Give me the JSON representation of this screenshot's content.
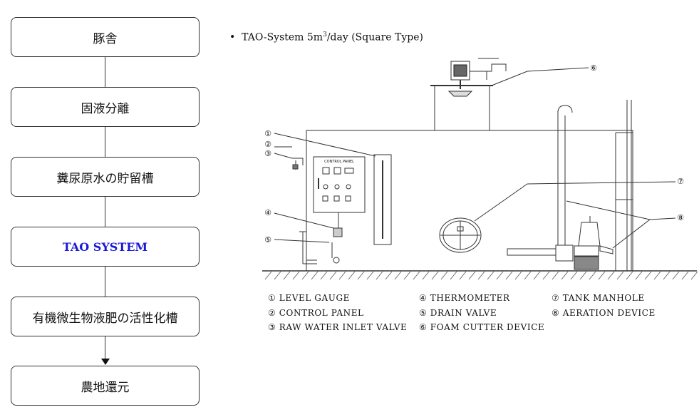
{
  "flow": {
    "steps": [
      "豚舎",
      "固液分離",
      "糞尿原水の貯留槽",
      "TAO SYSTEM",
      "有機微生物液肥の活性化槽",
      "農地還元"
    ]
  },
  "title": {
    "bullet": "•",
    "main": "TAO-System 5m",
    "sup": "3",
    "tail": "/day (Square Type)"
  },
  "callouts": [
    "①",
    "②",
    "③",
    "④",
    "⑤",
    "⑥",
    "⑦",
    "⑧"
  ],
  "panel": {
    "label": "CONTROL PANEL"
  },
  "legend": {
    "col1": [
      "① LEVEL GAUGE",
      "② CONTROL PANEL",
      "③ RAW WATER INLET VALVE"
    ],
    "col2": [
      "④ THERMOMETER",
      "⑤ DRAIN VALVE",
      "⑥ FOAM CUTTER DEVICE"
    ],
    "col3": [
      "⑦ TANK MANHOLE",
      "⑧ AERATION DEVICE"
    ]
  },
  "colors": {
    "highlight": "#1a1ad6",
    "line": "#333333"
  }
}
